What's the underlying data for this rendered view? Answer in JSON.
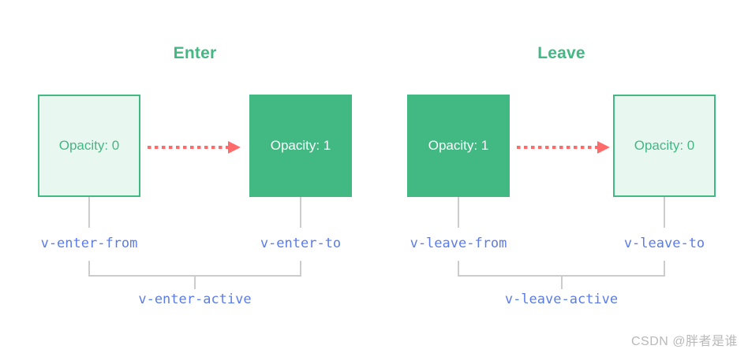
{
  "colors": {
    "accent_green": "#42b883",
    "light_green_fill": "#e9f7f1",
    "arrow_red": "#ff6b6b",
    "label_blue": "#5b7ce8",
    "line_gray": "#cccccc",
    "watermark_gray": "#b9b9b9"
  },
  "sections": [
    {
      "title": "Enter",
      "from_box": {
        "label": "Opacity: 0",
        "style": "outline"
      },
      "to_box": {
        "label": "Opacity: 1",
        "style": "solid"
      },
      "from_class": "v-enter-from",
      "to_class": "v-enter-to",
      "active_class": "v-enter-active"
    },
    {
      "title": "Leave",
      "from_box": {
        "label": "Opacity: 1",
        "style": "solid"
      },
      "to_box": {
        "label": "Opacity: 0",
        "style": "outline"
      },
      "from_class": "v-leave-from",
      "to_class": "v-leave-to",
      "active_class": "v-leave-active"
    }
  ],
  "icons": {
    "arrow": "dotted-right-arrow-icon"
  },
  "watermark": "CSDN @胖者是谁"
}
